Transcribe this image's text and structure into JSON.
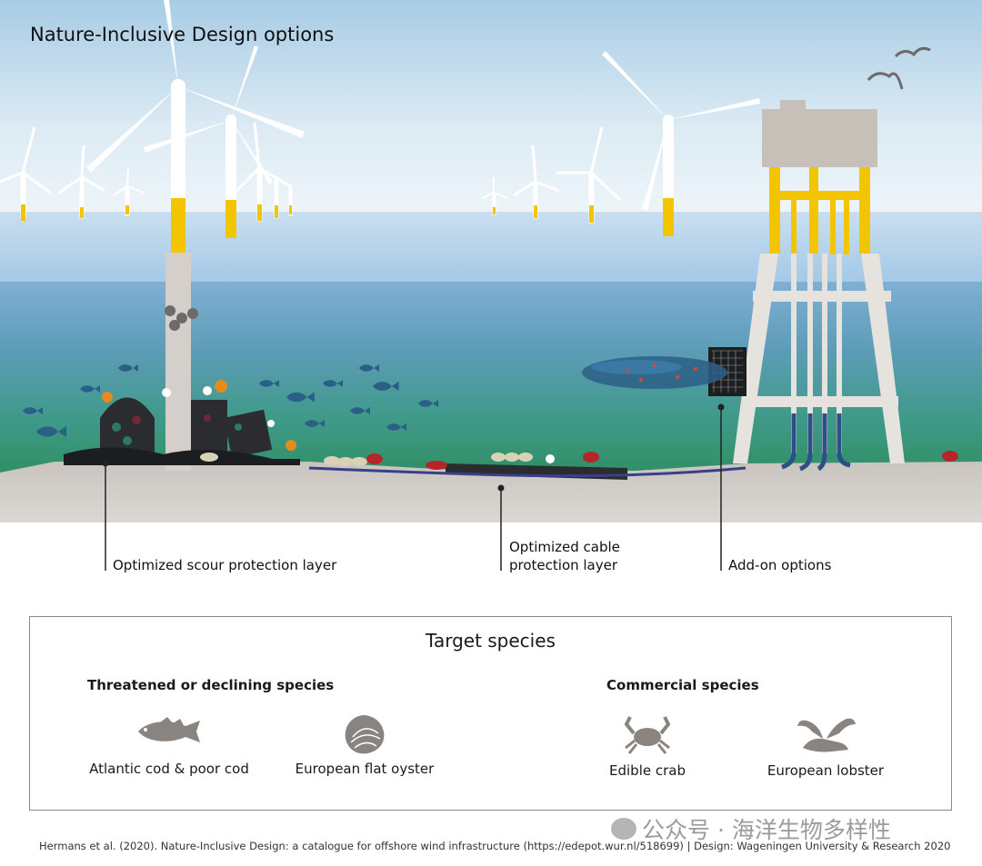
{
  "title": "Nature-Inclusive Design options",
  "callouts": {
    "scour": "Optimized scour protection layer",
    "cable_line1": "Optimized cable",
    "cable_line2": "protection layer",
    "addon": "Add-on options"
  },
  "target_species": {
    "heading": "Target species",
    "threatened": {
      "heading": "Threatened or declining species",
      "items": [
        {
          "label": "Atlantic cod & poor cod",
          "icon": "cod-icon"
        },
        {
          "label": "European flat oyster",
          "icon": "oyster-icon"
        }
      ]
    },
    "commercial": {
      "heading": "Commercial species",
      "items": [
        {
          "label": "Edible crab",
          "icon": "crab-icon"
        },
        {
          "label": "European lobster",
          "icon": "lobster-icon"
        }
      ]
    }
  },
  "citation": "Hermans et al. (2020). Nature-Inclusive Design: a catalogue for offshore wind infrastructure (https://edepot.wur.nl/518699) | Design: Wageningen University & Research 2020",
  "watermark": "公众号 · 海洋生物多样性",
  "colors": {
    "sky_top": "#a9cde6",
    "sea": "#4f9fae",
    "seabed": "#d6d2cd",
    "turbine_yellow": "#f2c500",
    "structure_grey": "#c8c2bb",
    "icon_grey": "#8a8480",
    "fish_blue": "#2b5f86",
    "crab_red": "#b5262a"
  }
}
